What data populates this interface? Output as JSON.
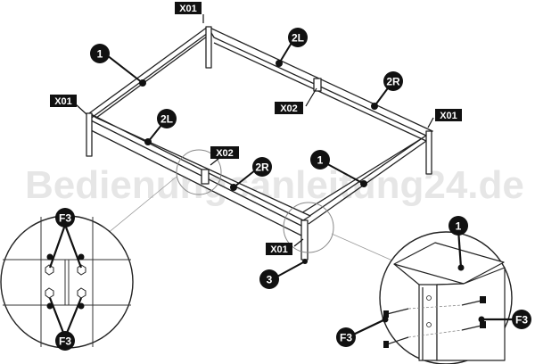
{
  "watermark": "Bedienungsanleitung24.de",
  "callouts": {
    "x01_top": "X01",
    "x01_left": "X01",
    "x01_right": "X01",
    "x01_bottom": "X01",
    "x02_upper": "X02",
    "x02_lower": "X02",
    "part_1_left": "1",
    "part_1_right": "1",
    "part_2l_top": "2L",
    "part_2l_front": "2L",
    "part_2r_back": "2R",
    "part_2r_front": "2R",
    "part_3": "3"
  },
  "detail_left": {
    "f3_top": "F3",
    "f3_bottom": "F3"
  },
  "detail_right": {
    "part_1": "1",
    "f3_right": "F3",
    "f3_left": "F3"
  },
  "colors": {
    "ink": "#111111",
    "line": "#333333",
    "watermark": "#e6e6e6"
  }
}
